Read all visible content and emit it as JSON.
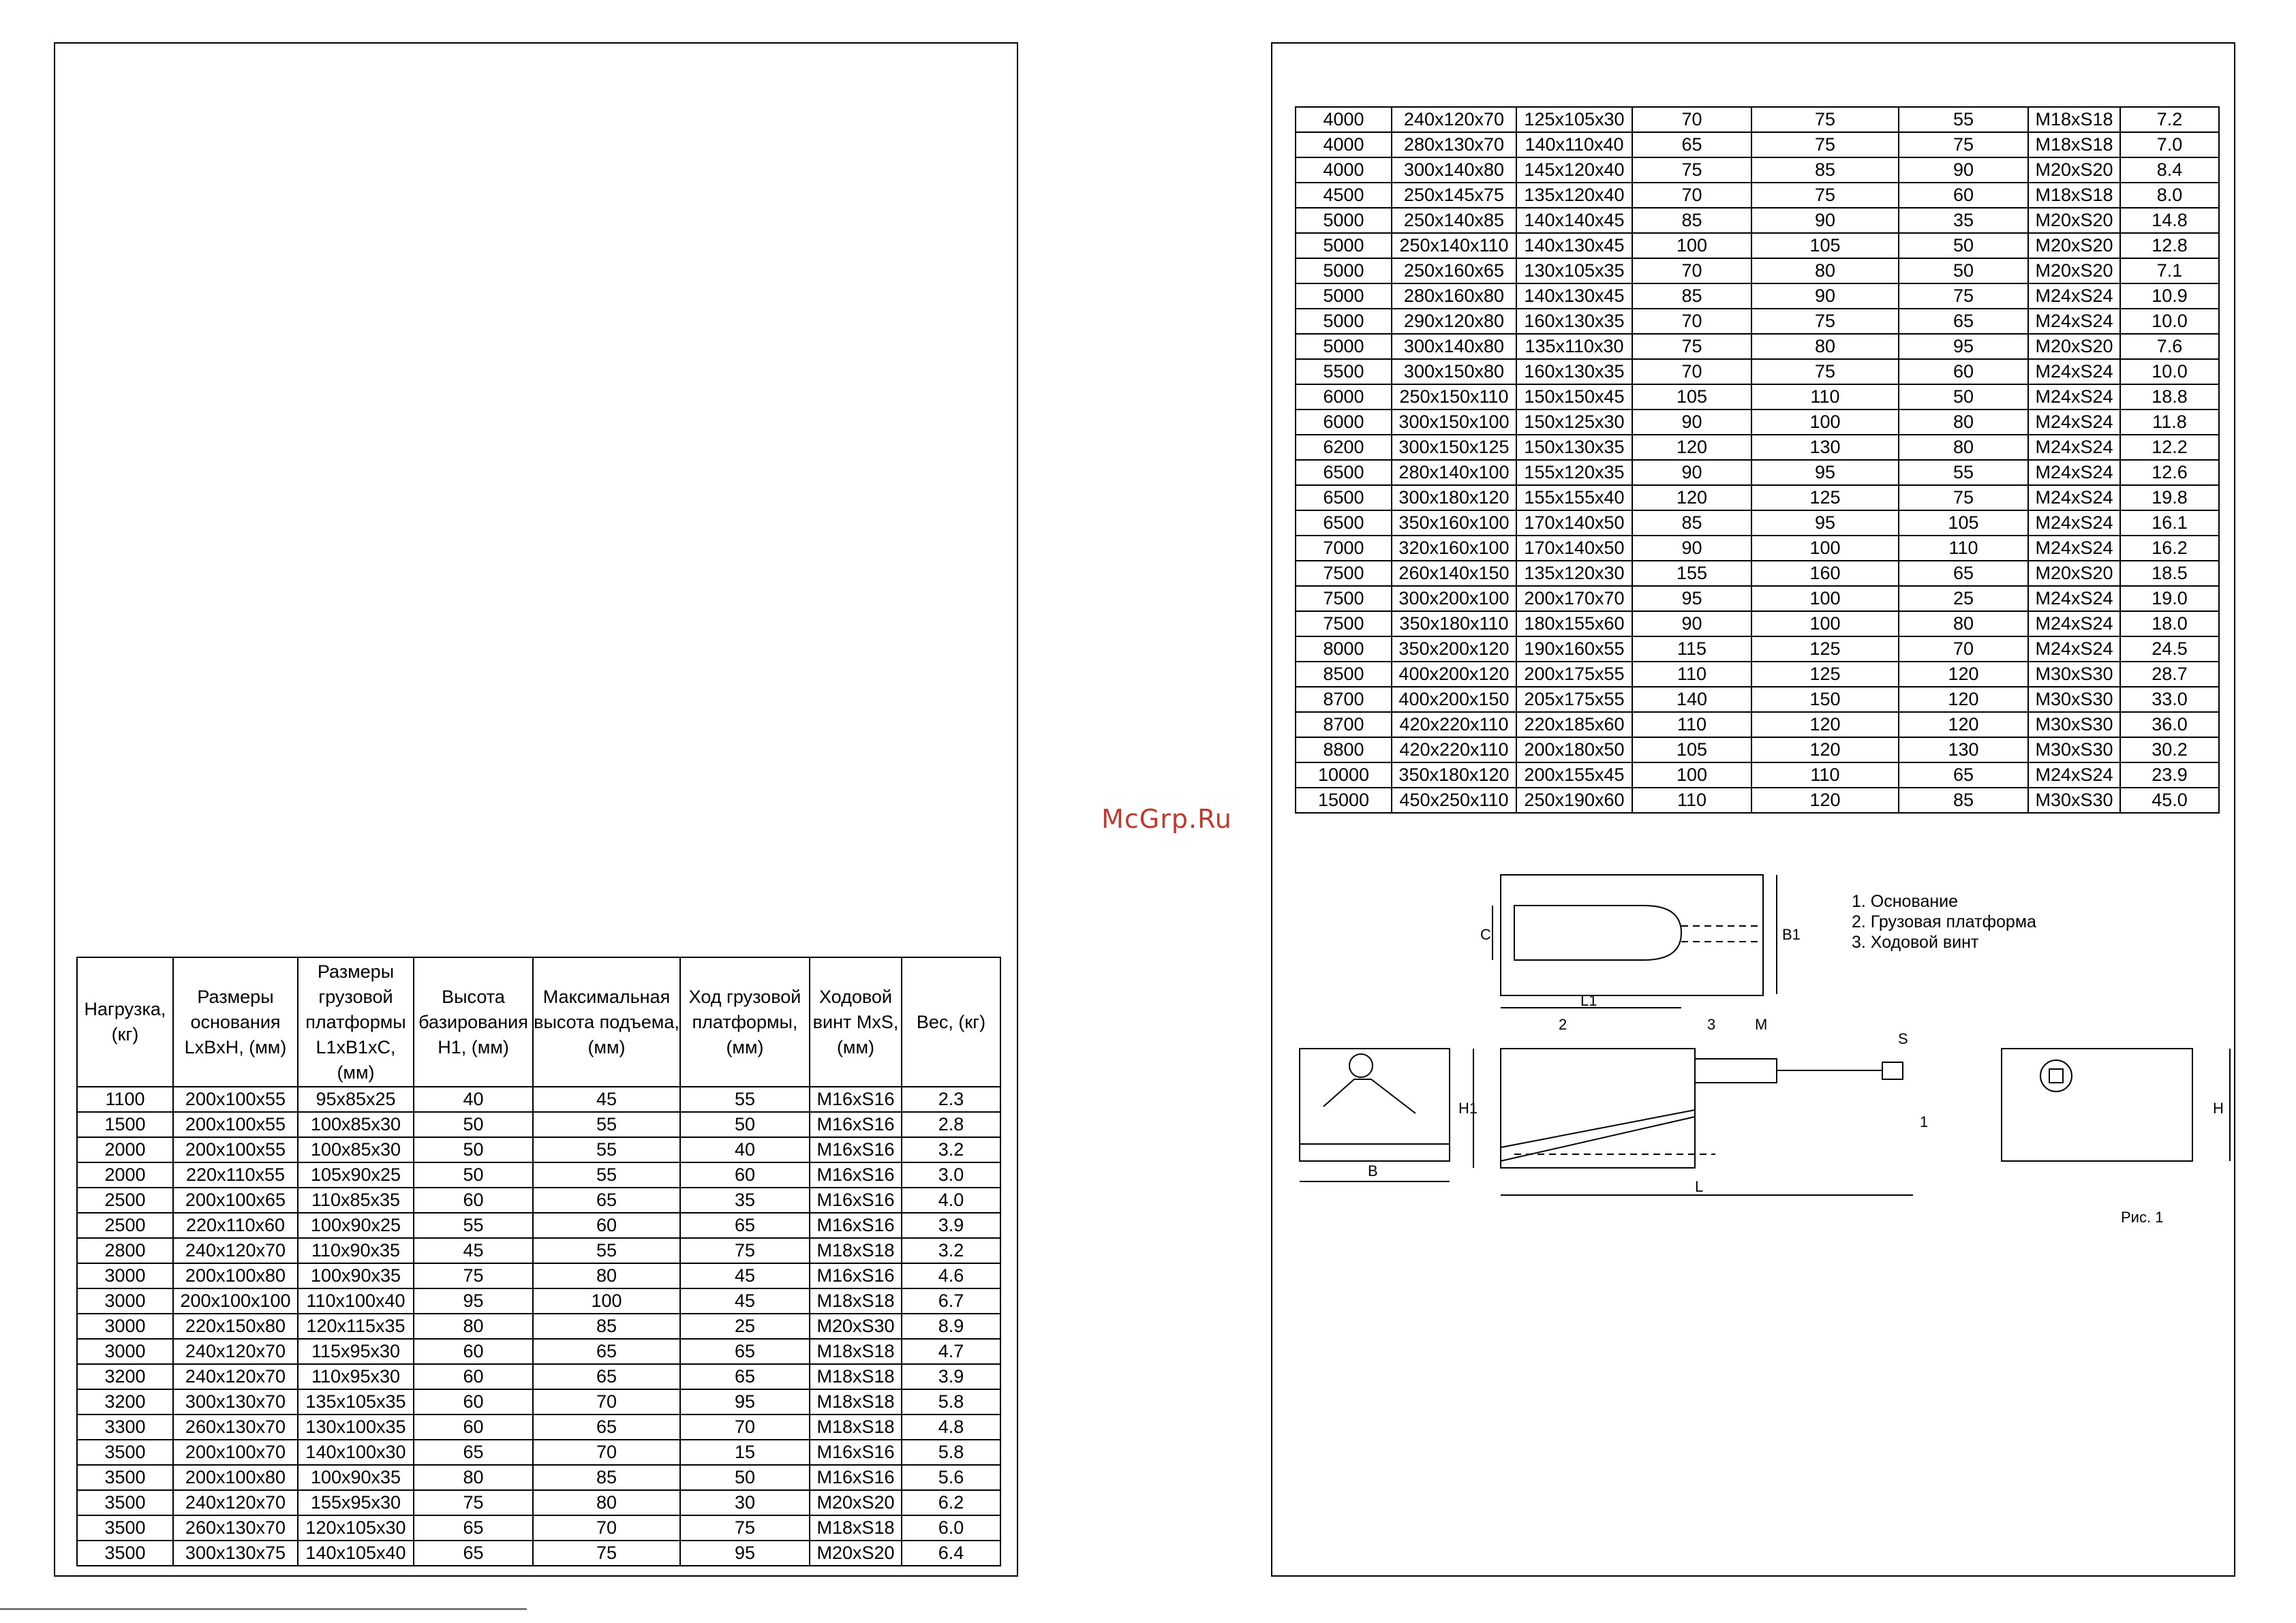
{
  "watermark": "McGrp.Ru",
  "left_table": {
    "headers": [
      "Нагрузка, (кг)",
      "Размеры основания LxBxH, (мм)",
      "Размеры грузовой платформы L1xB1xC, (мм)",
      "Высота базирования H1, (мм)",
      "Максимальная высота подъема, (мм)",
      "Ход грузовой платформы, (мм)",
      "Ходовой винт MxS, (мм)",
      "Вес, (кг)"
    ],
    "rows": [
      [
        "1100",
        "200x100x55",
        "95x85x25",
        "40",
        "45",
        "55",
        "M16xS16",
        "2.3"
      ],
      [
        "1500",
        "200x100x55",
        "100x85x30",
        "50",
        "55",
        "50",
        "M16xS16",
        "2.8"
      ],
      [
        "2000",
        "200x100x55",
        "100x85x30",
        "50",
        "55",
        "40",
        "M16xS16",
        "3.2"
      ],
      [
        "2000",
        "220x110x55",
        "105x90x25",
        "50",
        "55",
        "60",
        "M16xS16",
        "3.0"
      ],
      [
        "2500",
        "200x100x65",
        "110x85x35",
        "60",
        "65",
        "35",
        "M16xS16",
        "4.0"
      ],
      [
        "2500",
        "220x110x60",
        "100x90x25",
        "55",
        "60",
        "65",
        "M16xS16",
        "3.9"
      ],
      [
        "2800",
        "240x120x70",
        "110x90x35",
        "45",
        "55",
        "75",
        "M18xS18",
        "3.2"
      ],
      [
        "3000",
        "200x100x80",
        "100x90x35",
        "75",
        "80",
        "45",
        "M16xS16",
        "4.6"
      ],
      [
        "3000",
        "200x100x100",
        "110x100x40",
        "95",
        "100",
        "45",
        "M18xS18",
        "6.7"
      ],
      [
        "3000",
        "220x150x80",
        "120x115x35",
        "80",
        "85",
        "25",
        "M20xS30",
        "8.9"
      ],
      [
        "3000",
        "240x120x70",
        "115x95x30",
        "60",
        "65",
        "65",
        "M18xS18",
        "4.7"
      ],
      [
        "3200",
        "240x120x70",
        "110x95x30",
        "60",
        "65",
        "65",
        "M18xS18",
        "3.9"
      ],
      [
        "3200",
        "300x130x70",
        "135x105x35",
        "60",
        "70",
        "95",
        "M18xS18",
        "5.8"
      ],
      [
        "3300",
        "260x130x70",
        "130x100x35",
        "60",
        "65",
        "70",
        "M18xS18",
        "4.8"
      ],
      [
        "3500",
        "200x100x70",
        "140x100x30",
        "65",
        "70",
        "15",
        "M16xS16",
        "5.8"
      ],
      [
        "3500",
        "200x100x80",
        "100x90x35",
        "80",
        "85",
        "50",
        "M16xS16",
        "5.6"
      ],
      [
        "3500",
        "240x120x70",
        "155x95x30",
        "75",
        "80",
        "30",
        "M20xS20",
        "6.2"
      ],
      [
        "3500",
        "260x130x70",
        "120x105x30",
        "65",
        "70",
        "75",
        "M18xS18",
        "6.0"
      ],
      [
        "3500",
        "300x130x75",
        "140x105x40",
        "65",
        "75",
        "95",
        "M20xS20",
        "6.4"
      ]
    ]
  },
  "right_table": {
    "rows": [
      [
        "4000",
        "240x120x70",
        "125x105x30",
        "70",
        "75",
        "55",
        "M18xS18",
        "7.2"
      ],
      [
        "4000",
        "280x130x70",
        "140x110x40",
        "65",
        "75",
        "75",
        "M18xS18",
        "7.0"
      ],
      [
        "4000",
        "300x140x80",
        "145x120x40",
        "75",
        "85",
        "90",
        "M20xS20",
        "8.4"
      ],
      [
        "4500",
        "250x145x75",
        "135x120x40",
        "70",
        "75",
        "60",
        "M18xS18",
        "8.0"
      ],
      [
        "5000",
        "250x140x85",
        "140x140x45",
        "85",
        "90",
        "35",
        "M20xS20",
        "14.8"
      ],
      [
        "5000",
        "250x140x110",
        "140x130x45",
        "100",
        "105",
        "50",
        "M20xS20",
        "12.8"
      ],
      [
        "5000",
        "250x160x65",
        "130x105x35",
        "70",
        "80",
        "50",
        "M20xS20",
        "7.1"
      ],
      [
        "5000",
        "280x160x80",
        "140x130x45",
        "85",
        "90",
        "75",
        "M24xS24",
        "10.9"
      ],
      [
        "5000",
        "290x120x80",
        "160x130x35",
        "70",
        "75",
        "65",
        "M24xS24",
        "10.0"
      ],
      [
        "5000",
        "300x140x80",
        "135x110x30",
        "75",
        "80",
        "95",
        "M20xS20",
        "7.6"
      ],
      [
        "5500",
        "300x150x80",
        "160x130x35",
        "70",
        "75",
        "60",
        "M24xS24",
        "10.0"
      ],
      [
        "6000",
        "250x150x110",
        "150x150x45",
        "105",
        "110",
        "50",
        "M24xS24",
        "18.8"
      ],
      [
        "6000",
        "300x150x100",
        "150x125x30",
        "90",
        "100",
        "80",
        "M24xS24",
        "11.8"
      ],
      [
        "6200",
        "300x150x125",
        "150x130x35",
        "120",
        "130",
        "80",
        "M24xS24",
        "12.2"
      ],
      [
        "6500",
        "280x140x100",
        "155x120x35",
        "90",
        "95",
        "55",
        "M24xS24",
        "12.6"
      ],
      [
        "6500",
        "300x180x120",
        "155x155x40",
        "120",
        "125",
        "75",
        "M24xS24",
        "19.8"
      ],
      [
        "6500",
        "350x160x100",
        "170x140x50",
        "85",
        "95",
        "105",
        "M24xS24",
        "16.1"
      ],
      [
        "7000",
        "320x160x100",
        "170x140x50",
        "90",
        "100",
        "110",
        "M24xS24",
        "16.2"
      ],
      [
        "7500",
        "260x140x150",
        "135x120x30",
        "155",
        "160",
        "65",
        "M20xS20",
        "18.5"
      ],
      [
        "7500",
        "300x200x100",
        "200x170x70",
        "95",
        "100",
        "25",
        "M24xS24",
        "19.0"
      ],
      [
        "7500",
        "350x180x110",
        "180x155x60",
        "90",
        "100",
        "80",
        "M24xS24",
        "18.0"
      ],
      [
        "8000",
        "350x200x120",
        "190x160x55",
        "115",
        "125",
        "70",
        "M24xS24",
        "24.5"
      ],
      [
        "8500",
        "400x200x120",
        "200x175x55",
        "110",
        "125",
        "120",
        "M30xS30",
        "28.7"
      ],
      [
        "8700",
        "400x200x150",
        "205x175x55",
        "140",
        "150",
        "120",
        "M30xS30",
        "33.0"
      ],
      [
        "8700",
        "420x220x110",
        "220x185x60",
        "110",
        "120",
        "120",
        "M30xS30",
        "36.0"
      ],
      [
        "8800",
        "420x220x110",
        "200x180x50",
        "105",
        "120",
        "130",
        "M30xS30",
        "30.2"
      ],
      [
        "10000",
        "350x180x120",
        "200x155x45",
        "100",
        "110",
        "65",
        "M24xS24",
        "23.9"
      ],
      [
        "15000",
        "450x250x110",
        "250x190x60",
        "110",
        "120",
        "85",
        "M30xS30",
        "45.0"
      ]
    ]
  },
  "figure": {
    "legend": [
      "1. Основание",
      "2. Грузовая платформа",
      "3. Ходовой винт"
    ],
    "caption": "Рис. 1",
    "labels": {
      "C": "C",
      "B1": "B1",
      "L1": "L1",
      "n2": "2",
      "n3": "3",
      "M": "M",
      "S": "S",
      "H1": "H1",
      "n1": "1",
      "L": "L",
      "B": "B",
      "H": "H"
    }
  }
}
